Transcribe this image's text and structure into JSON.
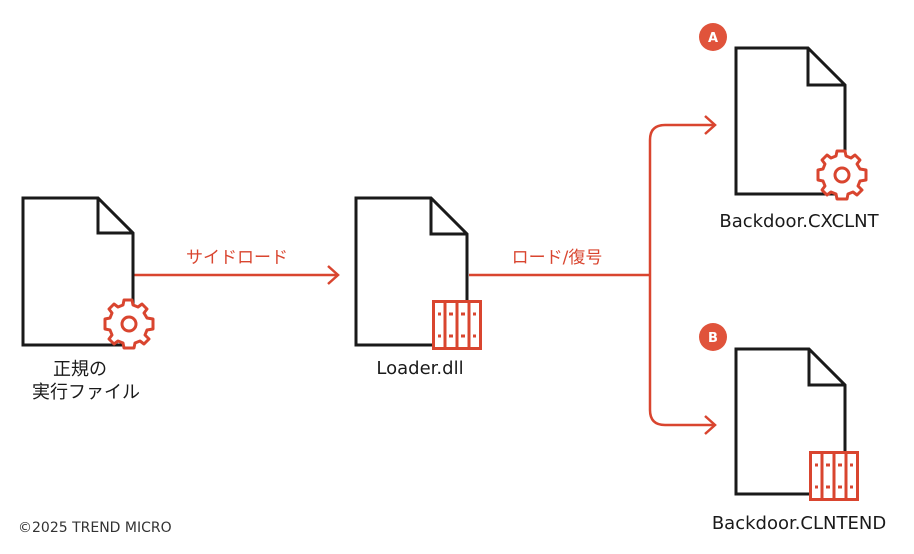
{
  "colors": {
    "accent": "#d9452f",
    "dark": "#1a1a1a",
    "badge": "#e0533b"
  },
  "nodes": {
    "legit_exe": {
      "label_line1": "正規の",
      "label_line2": "実行ファイル",
      "icon": "gear-icon"
    },
    "loader": {
      "label": "Loader.dll",
      "icon": "binary-module-icon"
    },
    "backdoor_a": {
      "label": "Backdoor.CXCLNT",
      "badge": "A",
      "icon": "gear-icon"
    },
    "backdoor_b": {
      "label": "Backdoor.CLNTEND",
      "badge": "B",
      "icon": "binary-module-icon"
    }
  },
  "edges": {
    "sideload": {
      "label": "サイドロード"
    },
    "load_decrypt": {
      "label": "ロード/復号"
    }
  },
  "footer": {
    "copyright": "©2025 TREND MICRO"
  }
}
